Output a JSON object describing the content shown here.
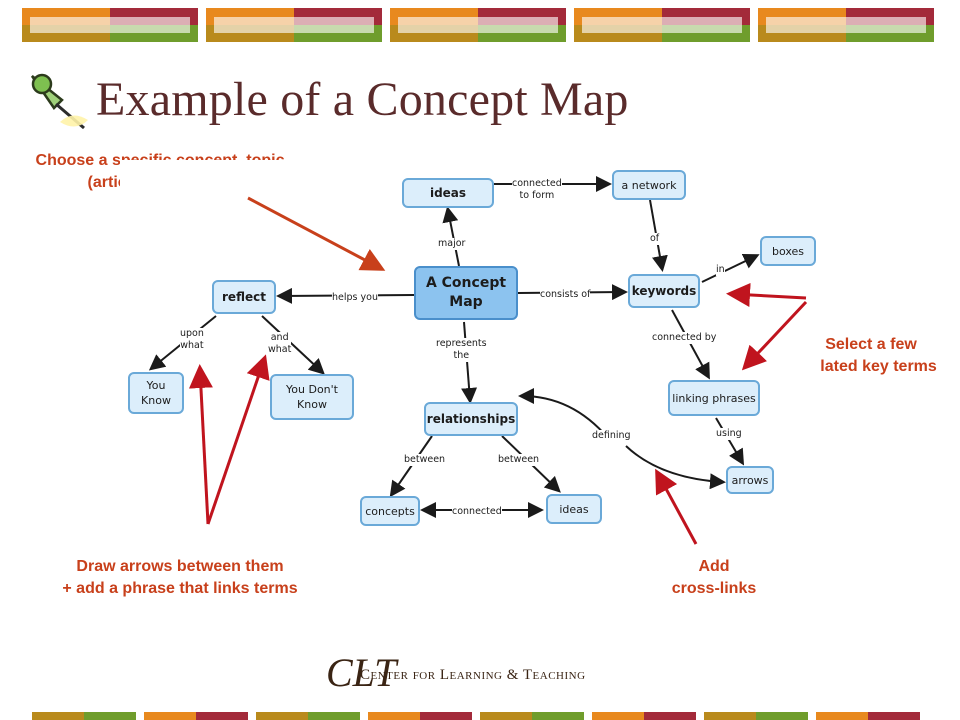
{
  "slide": {
    "title": "Example of a Concept Map",
    "pin_icon": "pushpin-icon"
  },
  "annotations": {
    "choose": [
      "Choose a specific concept, topic",
      "(article , reading…)"
    ],
    "select": [
      "Select a few",
      "related key terms"
    ],
    "draw": [
      "Draw arrows between them",
      "+ add a phrase that links terms"
    ],
    "add": [
      "Add",
      "cross-links"
    ]
  },
  "concept_map": {
    "nodes": {
      "ideas_top": "ideas",
      "network": "a network",
      "boxes": "boxes",
      "reflect": "reflect",
      "concept_map": [
        "A Concept",
        "Map"
      ],
      "keywords": "keywords",
      "you_know": [
        "You",
        "Know"
      ],
      "you_dont_know": [
        "You Don't",
        "Know"
      ],
      "linking_phrases": "linking phrases",
      "relationships": "relationships",
      "arrows": "arrows",
      "concepts": "concepts",
      "ideas_bottom": "ideas"
    },
    "links": {
      "connected_to_form": [
        "connected",
        "to form"
      ],
      "major": "major",
      "of": "of",
      "in": "in",
      "helps_you": "helps you",
      "consists_of": "consists of",
      "upon_what": [
        "upon",
        "what"
      ],
      "and_what": [
        "and",
        "what"
      ],
      "connected_by": "connected by",
      "represents_the": [
        "represents",
        "the"
      ],
      "using": "using",
      "defining": "defining",
      "between_left": "between",
      "between_right": "between",
      "connected": "connected"
    }
  },
  "footer": {
    "logo_mark": "CLT",
    "logo_text": "Center for Learning & Teaching"
  },
  "colors": {
    "annotation": "#c8401b",
    "arrow_red": "#c0141e",
    "node_fill": "#dceefb",
    "node_border": "#6aa9d8",
    "main_fill": "#8cc3ef",
    "title": "#5a2b2b"
  }
}
